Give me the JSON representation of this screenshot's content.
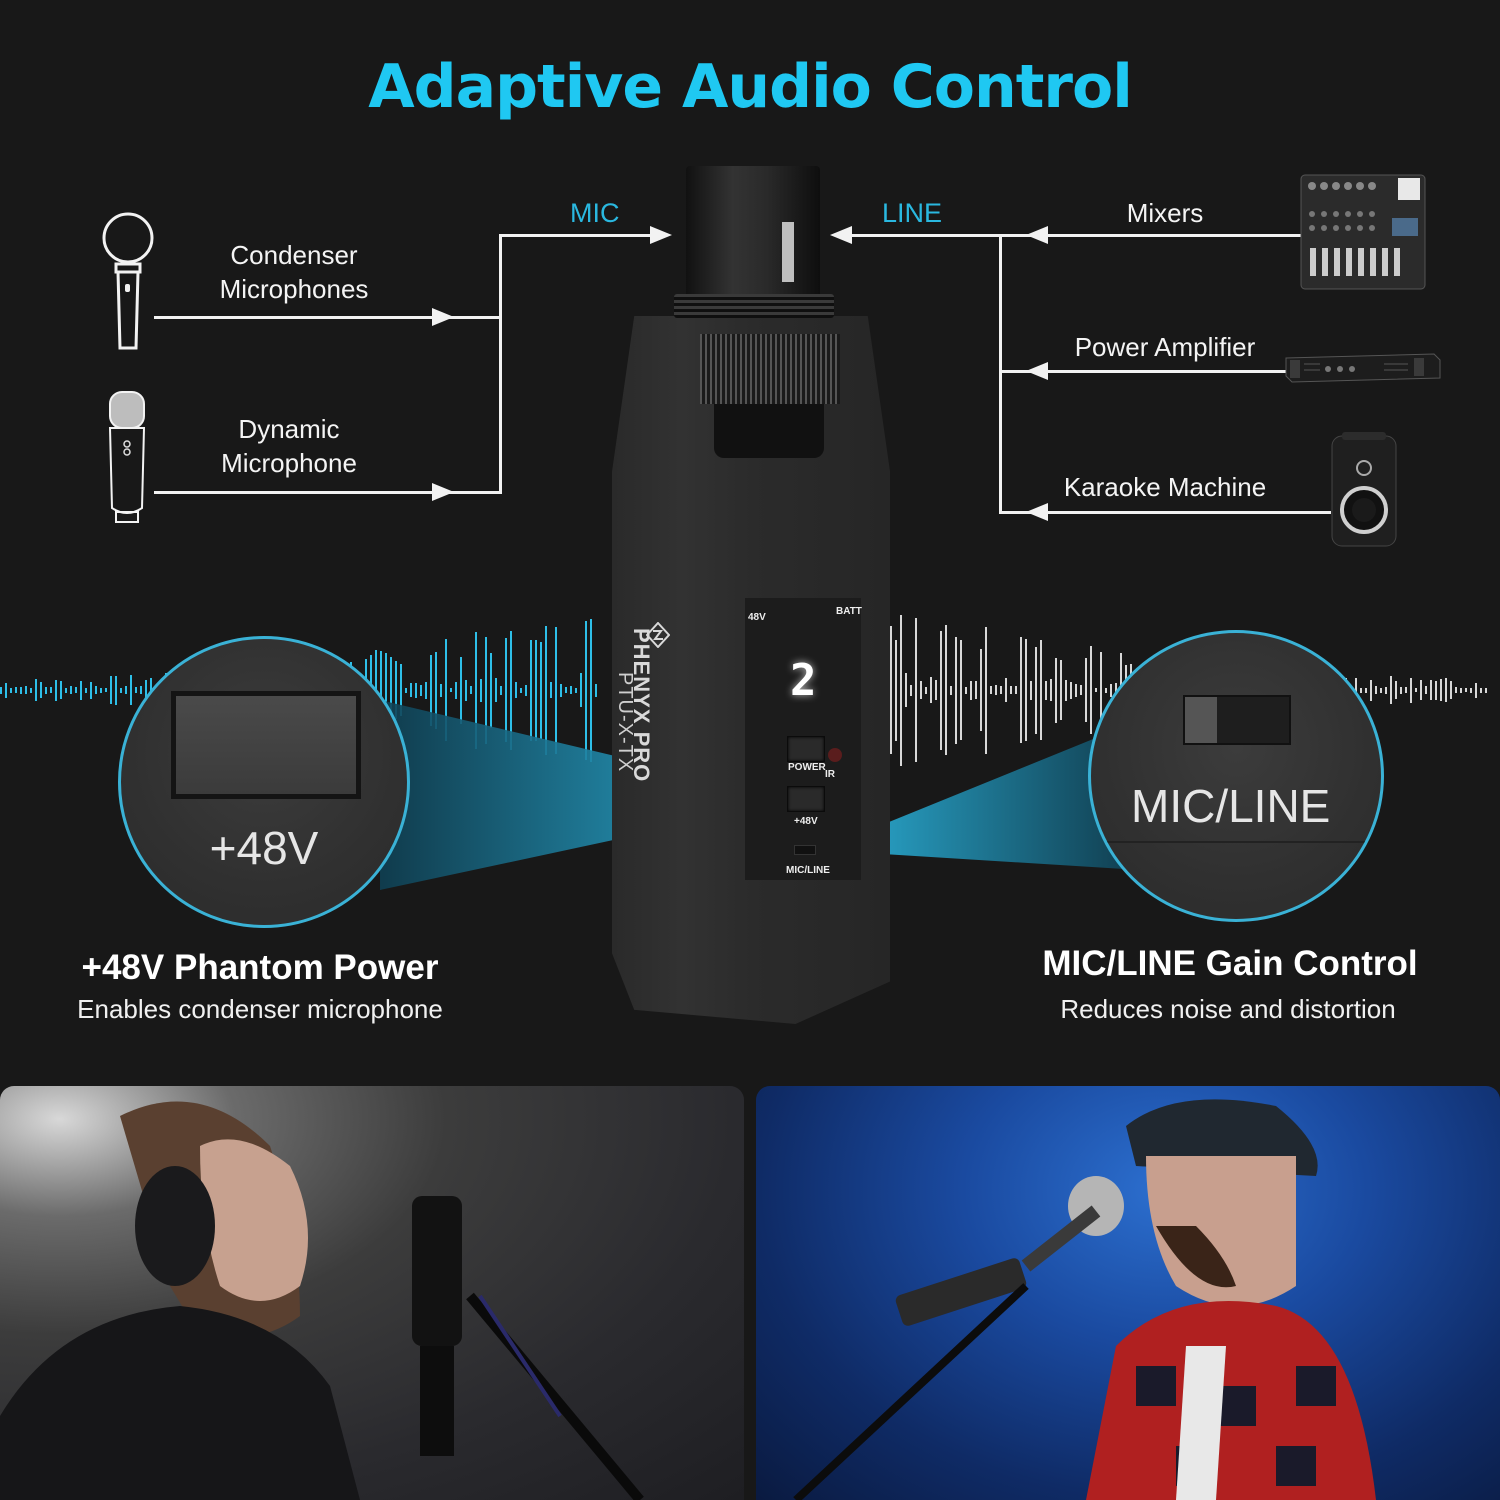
{
  "header": {
    "title": "Adaptive Audio Control"
  },
  "inputs": {
    "label": "MIC",
    "sources": [
      {
        "name": "Condenser\nMicrophones",
        "line1": "Condenser",
        "line2": "Microphones",
        "icon": "handheld-microphone-icon"
      },
      {
        "name": "Dynamic\nMicrophone",
        "line1": "Dynamic",
        "line2": "Microphone",
        "icon": "studio-microphone-icon"
      }
    ]
  },
  "outputs": {
    "label": "LINE",
    "devices": [
      {
        "name": "Mixers",
        "icon": "mixer-icon"
      },
      {
        "name": "Power Amplifier",
        "icon": "power-amplifier-icon"
      },
      {
        "name": "Karaoke Machine",
        "icon": "karaoke-speaker-icon"
      }
    ]
  },
  "device": {
    "brand": "PHENYX PRO",
    "model": "PTU-X-TX",
    "indicators": {
      "left": "48V",
      "right": "BATT"
    },
    "display_value": "2",
    "buttons": {
      "power": "POWER",
      "ir": "IR",
      "phantom": "+48V"
    },
    "switch": {
      "label": "MIC/LINE"
    }
  },
  "callouts": {
    "phantom": {
      "label": "+48V"
    },
    "micline": {
      "label": "MIC/LINE"
    }
  },
  "features": [
    {
      "title": "+48V Phantom Power",
      "description": "Enables condenser microphone"
    },
    {
      "title": "MIC/LINE Gain Control",
      "description": "Reduces noise and distortion"
    }
  ],
  "photos": [
    {
      "subject": "singer-with-condenser-mic"
    },
    {
      "subject": "singer-with-dynamic-mic"
    }
  ],
  "colors": {
    "accent": "#1fc8f2",
    "background": "#181818",
    "label_cyan": "#2ab8e0",
    "ring": "#3ab2d6"
  }
}
